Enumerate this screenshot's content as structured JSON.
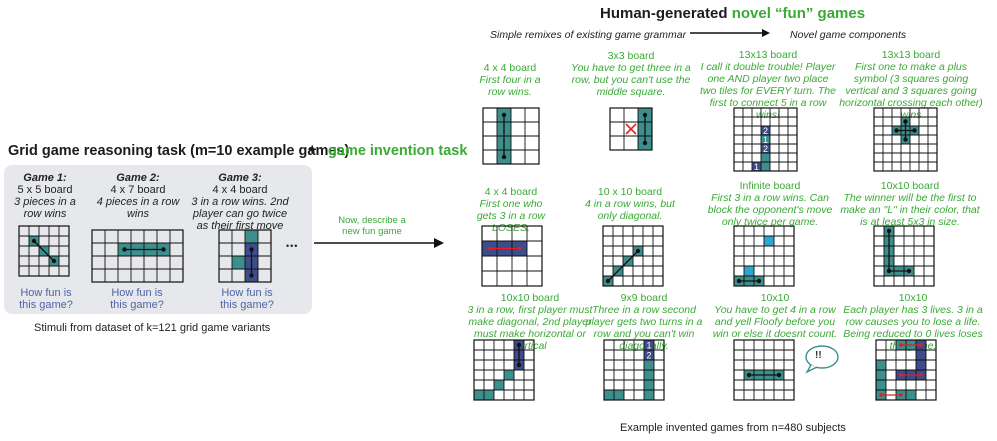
{
  "header": {
    "title_prefix": "Human-generated ",
    "title_novel": "novel “fun” games",
    "left_axis": "Simple remixes of existing game grammar",
    "right_axis": "Novel game components"
  },
  "left": {
    "task_title": "Grid game reasoning task (m=10 example games)",
    "plus": "+",
    "invention_title": "game invention task",
    "stimuli_caption": "Stimuli from dataset of k=121 grid game variants",
    "ellipsis": "•••",
    "games": [
      {
        "name": "Game 1:",
        "board": "5 x 5 board",
        "rule": "3 pieces in a row wins",
        "question": "How fun is this game?"
      },
      {
        "name": "Game 2:",
        "board": "4 x 7 board",
        "rule": "4 pieces in a row wins",
        "question": "How fun is this game?"
      },
      {
        "name": "Game 3:",
        "board": "4 x 4 board",
        "rule": "3 in a row wins. 2nd player can go twice as their first move",
        "question": "How fun is this game?"
      }
    ]
  },
  "prompt": {
    "text": "Now, describe a new fun game"
  },
  "footer": {
    "caption": "Example invented games from n=480 subjects"
  },
  "invented": [
    {
      "board": "4 x 4 board",
      "text": "First four in a row wins."
    },
    {
      "board": "3x3 board",
      "text": "You have to get three in a row, but you can't use the middle square."
    },
    {
      "board": "13x13 board",
      "text": "I call it double trouble! Player one AND player two place two tiles for EVERY turn. The first to connect 5 in a row wins!"
    },
    {
      "board": "13x13 board",
      "text": "First one to make a plus symbol (3 squares going vertical and 3 squares going horizontal crossing each other) wins"
    },
    {
      "board": "4 x 4 board",
      "text": "First one who gets 3 in a row LOSES."
    },
    {
      "board": "10 x 10 board",
      "text": "4 in a row wins, but only diagonal."
    },
    {
      "board": "Infinite board",
      "text": "First 3 in a row wins. Can block the opponent's move only twice per game."
    },
    {
      "board": "10x10 board",
      "text": "The winner will be the first to make an \"L\" in their color, that is at least 5x3 in size."
    },
    {
      "board": "10x10 board",
      "text": "3 in a row, first player must make diagonal, 2nd player must make horizontal or vertical"
    },
    {
      "board": "9x9 board",
      "text": "Three in a row second player gets two turns in a row and you can't win diagonally."
    },
    {
      "board": "10x10",
      "text": "You have to get 4 in a row and yell Floofy before you win or else it doesnt count."
    },
    {
      "board": "10x10",
      "text": "Each player has 3 lives. 3 in a row causes you to lose a life. Being reduced to 0 lives loses the game."
    }
  ],
  "marks": {
    "one": "1",
    "two": "2",
    "speech": "!!"
  },
  "colors": {
    "green": "#3aaa35",
    "teal": "#3c8f8c",
    "navy": "#3d4d8c",
    "panel": "#e6e8ec",
    "red": "#e02020",
    "cyan": "#2ea6cf"
  }
}
